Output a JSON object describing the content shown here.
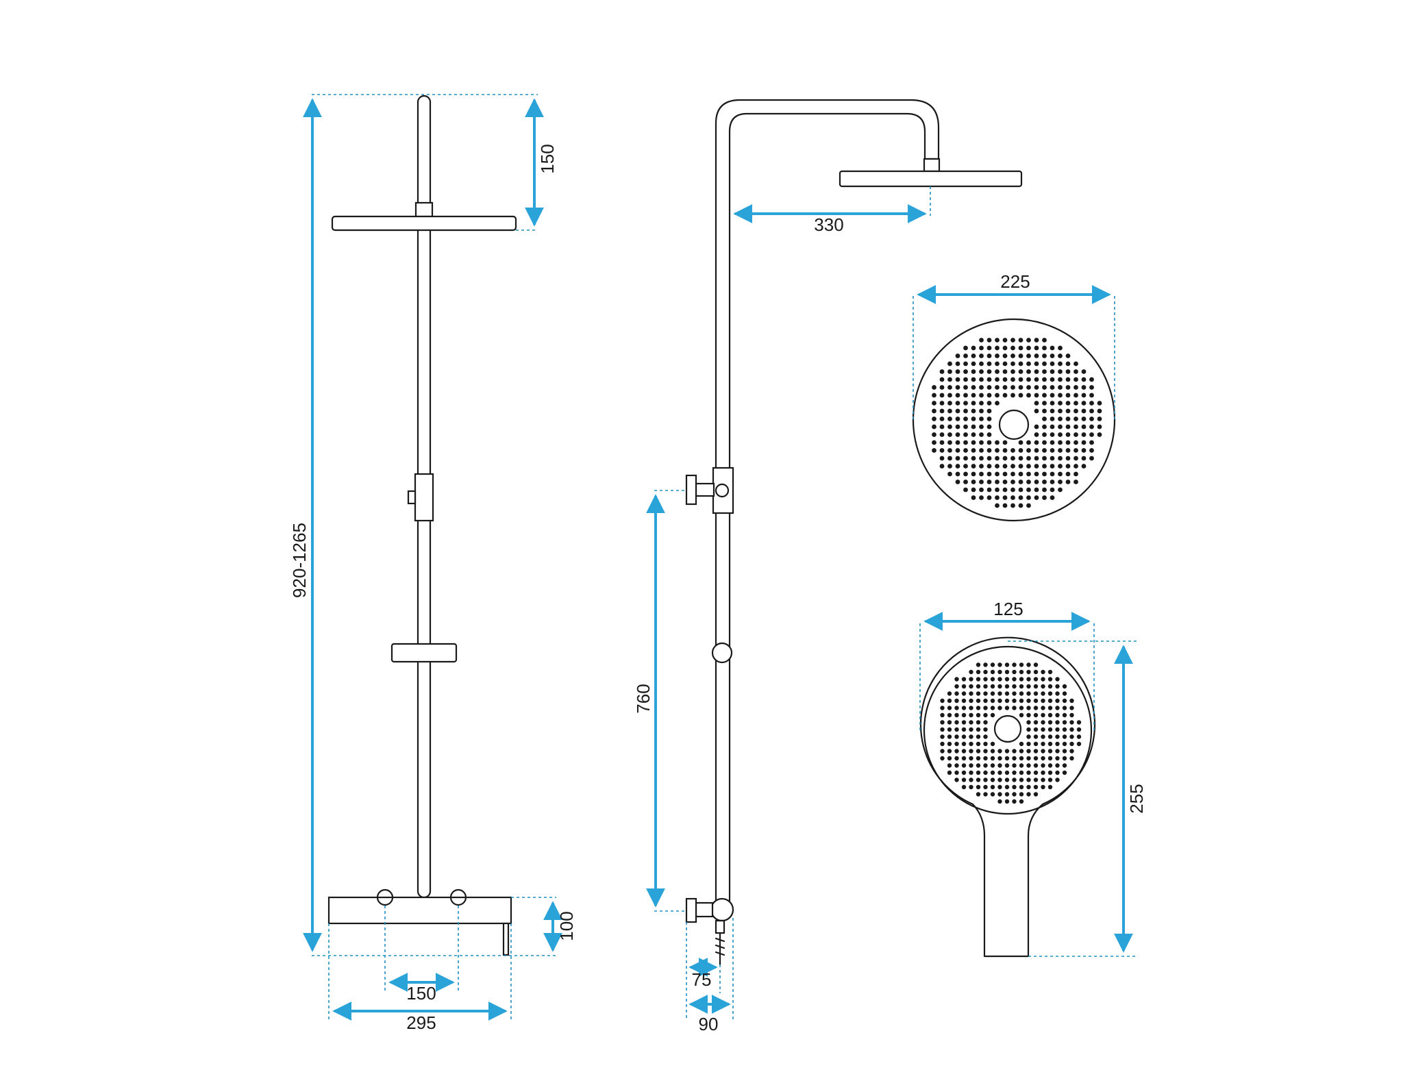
{
  "dimensions": {
    "total_height": "920-1265",
    "head_drop": "150",
    "mixer_height": "100",
    "inlet_spacing": "150",
    "mixer_width": "295",
    "arm_reach": "330",
    "head_diameter": "225",
    "valve_to_holder": "760",
    "wall_offset_min": "75",
    "wall_offset_max": "90",
    "hand_width": "125",
    "hand_length": "255"
  },
  "colors": {
    "line": "#1a1a1a",
    "dimension": "#2aa3d9",
    "extension": "#1d8fc0",
    "background": "#ffffff"
  }
}
